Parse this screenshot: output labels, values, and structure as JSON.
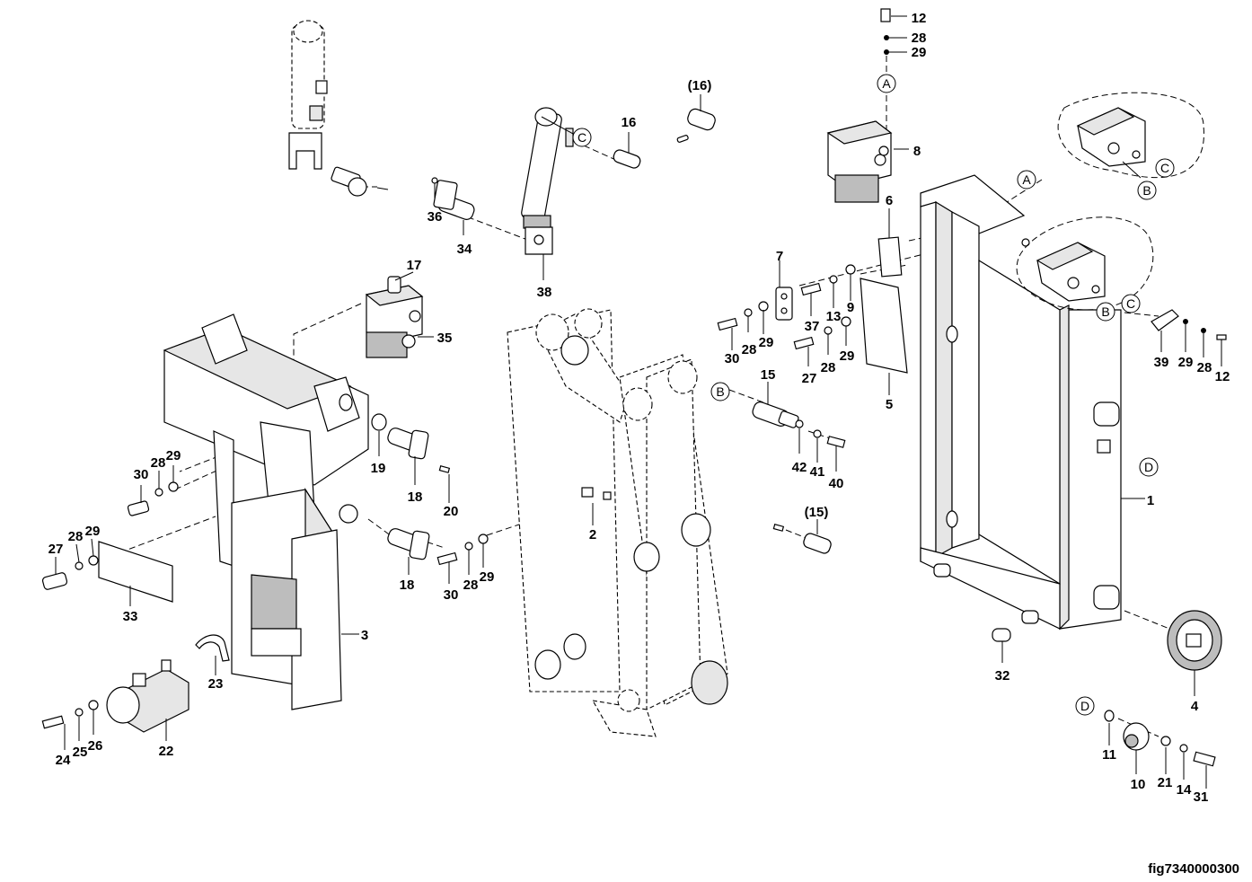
{
  "figure": {
    "reference": "fig7340000300"
  },
  "callouts": [
    {
      "id": "p12a",
      "text": "12"
    },
    {
      "id": "p28a",
      "text": "28"
    },
    {
      "id": "p29a",
      "text": "29"
    },
    {
      "id": "p8",
      "text": "8"
    },
    {
      "id": "p16p",
      "text": "(16)"
    },
    {
      "id": "p16",
      "text": "16"
    },
    {
      "id": "p36",
      "text": "36"
    },
    {
      "id": "p34",
      "text": "34"
    },
    {
      "id": "p38",
      "text": "38"
    },
    {
      "id": "p17",
      "text": "17"
    },
    {
      "id": "p35",
      "text": "35"
    },
    {
      "id": "p6",
      "text": "6"
    },
    {
      "id": "p7",
      "text": "7"
    },
    {
      "id": "p9",
      "text": "9"
    },
    {
      "id": "p13",
      "text": "13"
    },
    {
      "id": "p37",
      "text": "37"
    },
    {
      "id": "p30a",
      "text": "30"
    },
    {
      "id": "p28b",
      "text": "28"
    },
    {
      "id": "p29b",
      "text": "29"
    },
    {
      "id": "p29c",
      "text": "29"
    },
    {
      "id": "p27a",
      "text": "27"
    },
    {
      "id": "p28c",
      "text": "28"
    },
    {
      "id": "p5",
      "text": "5"
    },
    {
      "id": "p39",
      "text": "39"
    },
    {
      "id": "p29d",
      "text": "29"
    },
    {
      "id": "p28d",
      "text": "28"
    },
    {
      "id": "p12b",
      "text": "12"
    },
    {
      "id": "p15",
      "text": "15"
    },
    {
      "id": "p42",
      "text": "42"
    },
    {
      "id": "p41",
      "text": "41"
    },
    {
      "id": "p40",
      "text": "40"
    },
    {
      "id": "p19",
      "text": "19"
    },
    {
      "id": "p18a",
      "text": "18"
    },
    {
      "id": "p20",
      "text": "20"
    },
    {
      "id": "p18b",
      "text": "18"
    },
    {
      "id": "p30b",
      "text": "30"
    },
    {
      "id": "p28e",
      "text": "28"
    },
    {
      "id": "p29e",
      "text": "29"
    },
    {
      "id": "p2",
      "text": "2"
    },
    {
      "id": "p15p",
      "text": "(15)"
    },
    {
      "id": "p1",
      "text": "1"
    },
    {
      "id": "p30c",
      "text": "30"
    },
    {
      "id": "p28f",
      "text": "28"
    },
    {
      "id": "p29f",
      "text": "29"
    },
    {
      "id": "p27b",
      "text": "27"
    },
    {
      "id": "p28g",
      "text": "28"
    },
    {
      "id": "p29g",
      "text": "29"
    },
    {
      "id": "p33",
      "text": "33"
    },
    {
      "id": "p3",
      "text": "3"
    },
    {
      "id": "p23",
      "text": "23"
    },
    {
      "id": "p22",
      "text": "22"
    },
    {
      "id": "p24",
      "text": "24"
    },
    {
      "id": "p25",
      "text": "25"
    },
    {
      "id": "p26",
      "text": "26"
    },
    {
      "id": "p32",
      "text": "32"
    },
    {
      "id": "p4",
      "text": "4"
    },
    {
      "id": "p11",
      "text": "11"
    },
    {
      "id": "p10",
      "text": "10"
    },
    {
      "id": "p21",
      "text": "21"
    },
    {
      "id": "p14",
      "text": "14"
    },
    {
      "id": "p31",
      "text": "31"
    }
  ],
  "refs": {
    "A1": "A",
    "A2": "A",
    "B1": "B",
    "B2": "B",
    "B3": "B",
    "C1": "C",
    "C2": "C",
    "C3": "C",
    "D1": "D",
    "D2": "D"
  }
}
